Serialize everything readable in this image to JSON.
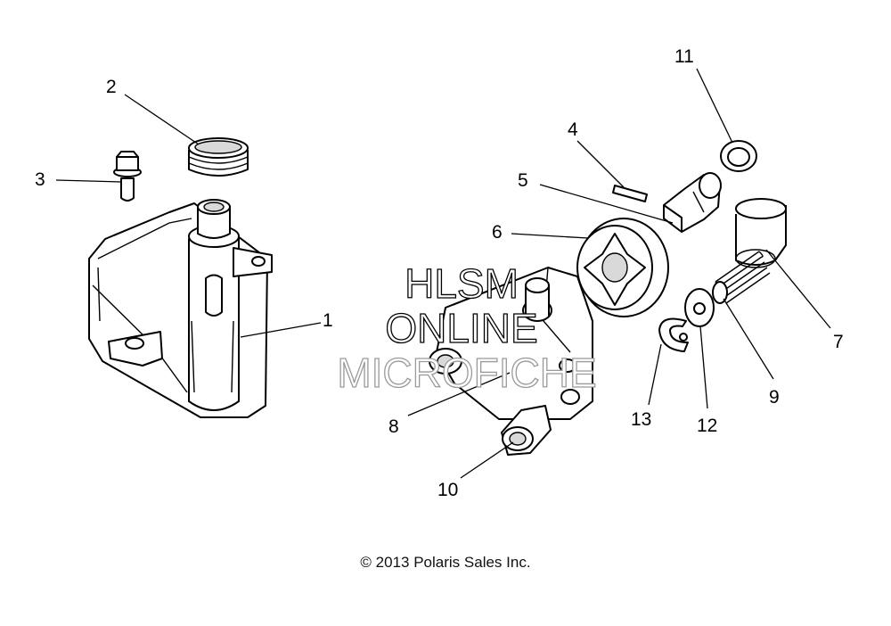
{
  "callouts": [
    "1",
    "2",
    "3",
    "4",
    "5",
    "6",
    "7",
    "8",
    "9",
    "10",
    "11",
    "12",
    "13"
  ],
  "watermark": {
    "line1": "HLSM",
    "line2": "ONLINE",
    "line3": "MICROFICHE"
  },
  "copyright": "© 2013 Polaris Sales Inc."
}
